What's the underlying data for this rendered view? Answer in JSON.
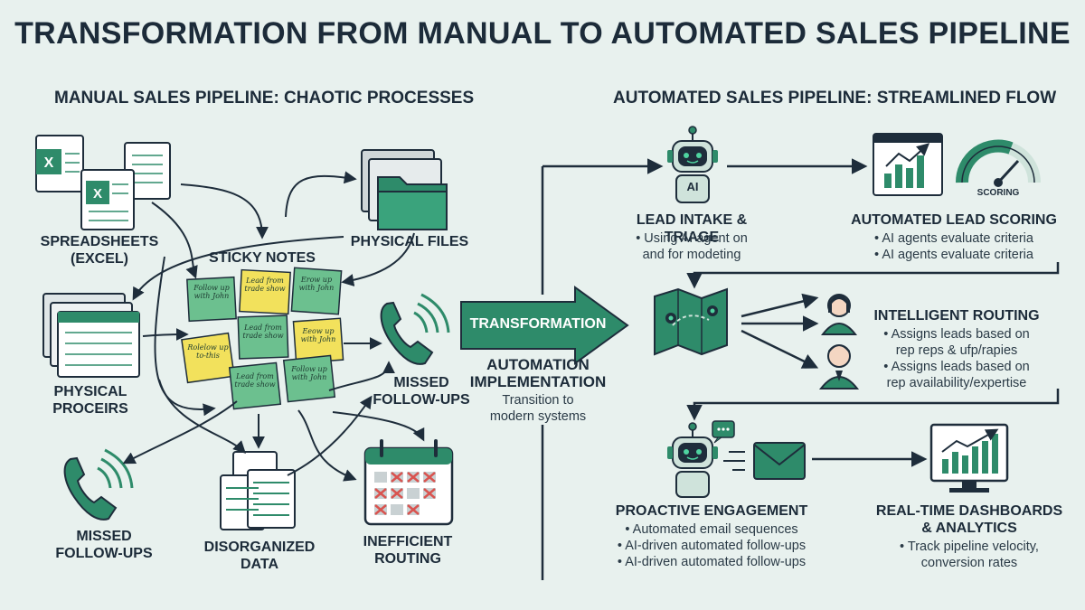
{
  "title": "TRANSFORMATION FROM MANUAL TO AUTOMATED SALES PIPELINE",
  "manual": {
    "heading": "MANUAL SALES PIPELINE: CHAOTIC PROCESSES",
    "spreadsheets": [
      "SPREADSHEETS",
      "(EXCEL)"
    ],
    "sticky_notes": "STICKY NOTES",
    "physical_files": "PHYSICAL FILES",
    "physical_proceirs": [
      "PHYSICAL",
      "PROCEIRS"
    ],
    "missed_right": [
      "MISSED",
      "FOLLOW-UPS"
    ],
    "missed_left": [
      "MISSED",
      "FOLLOW-UPS"
    ],
    "disorganized": [
      "DISORGANIZED",
      "DATA"
    ],
    "inefficient": [
      "INEFFICIENT",
      "ROUTING"
    ],
    "notes": [
      "Follow up with John",
      "Lead from trade show",
      "Erow up with John",
      "Lead from trade show",
      "Eeow up with John",
      "Rolelow up to-this",
      "Lead from trade show",
      "Follow up with John"
    ]
  },
  "transition": {
    "arrow_label": "TRANSFORMATION",
    "title": [
      "AUTOMATION",
      "IMPLEMENTATION"
    ],
    "desc": [
      "Transition to",
      "modern systems"
    ]
  },
  "automated": {
    "heading": "AUTOMATED SALES PIPELINE: STREAMLINED FLOW",
    "ai_badge": "AI",
    "scoring_badge": "SCORING",
    "lead_intake": {
      "title": "LEAD INTAKE & TRIAGE",
      "lines": [
        "• Using AI agent on",
        "and for modeting"
      ]
    },
    "lead_scoring": {
      "title": "AUTOMATED LEAD SCORING",
      "lines": [
        "• AI agents evaluate criteria",
        "• AI agents evaluate criteria"
      ]
    },
    "routing": {
      "title": "INTELLIGENT ROUTING",
      "lines": [
        "• Assigns leads based on",
        "rep reps & ufp/rapies",
        "• Assigns leads based on",
        "rep availability/expertise"
      ]
    },
    "engagement": {
      "title": "PROACTIVE ENGAGEMENT",
      "lines": [
        "• Automated email sequences",
        "• AI-driven automated follow-ups",
        "• AI-driven automated follow-ups"
      ]
    },
    "dashboards": {
      "title": [
        "REAL-TIME DASHBOARDS",
        "& ANALYTICS"
      ],
      "lines": [
        "• Track pipeline velocity,",
        "conversion rates"
      ]
    }
  },
  "colors": {
    "green": "#2e8b6a",
    "dark": "#1e2d3b",
    "background": "#e8f1ee",
    "note_yellow": "#f2e15c",
    "note_green": "#6cc08f",
    "red_x": "#d9534f"
  }
}
